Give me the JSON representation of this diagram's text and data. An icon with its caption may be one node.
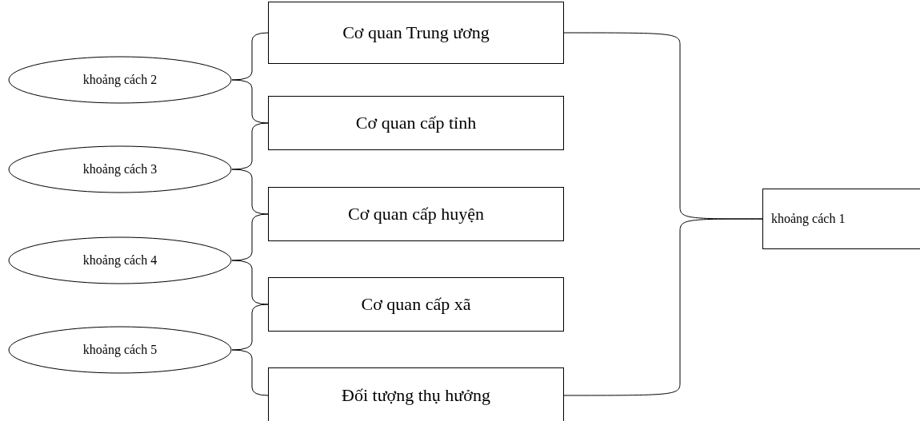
{
  "diagram": {
    "nodes": [
      {
        "text": [
          "Cơ quan Trung ương"
        ]
      },
      {
        "text": [
          "khoảng cách 2"
        ]
      },
      {
        "text": [
          "Cơ quan cấp tỉnh"
        ]
      },
      {
        "text": [
          "khoảng cách 3"
        ]
      },
      {
        "text": [
          "Cơ quan cấp huyện"
        ]
      },
      {
        "text": [
          "khoảng cách 4"
        ]
      },
      {
        "text": [
          "Cơ quan cấp xã"
        ]
      },
      {
        "text": [
          "khoảng cách 5"
        ]
      },
      {
        "text": [
          "Đối tượng thụ hưởng"
        ]
      },
      {
        "text": [
          "khoảng cách 1"
        ]
      }
    ],
    "edges": [
      {
        "from": 1,
        "to": 0,
        "arrow": "none"
      },
      {
        "from": 1,
        "to": 2,
        "arrow": "none"
      },
      {
        "from": 3,
        "to": 2,
        "arrow": "none"
      },
      {
        "from": 3,
        "to": 4,
        "arrow": "none"
      },
      {
        "from": 5,
        "to": 4,
        "arrow": "none"
      },
      {
        "from": 5,
        "to": 6,
        "arrow": "none"
      },
      {
        "from": 7,
        "to": 6,
        "arrow": "none"
      },
      {
        "from": 7,
        "to": 8,
        "arrow": "none"
      },
      {
        "from": 9,
        "to": 0,
        "arrow": "none"
      },
      {
        "from": 9,
        "to": 8,
        "arrow": "none"
      }
    ]
  }
}
